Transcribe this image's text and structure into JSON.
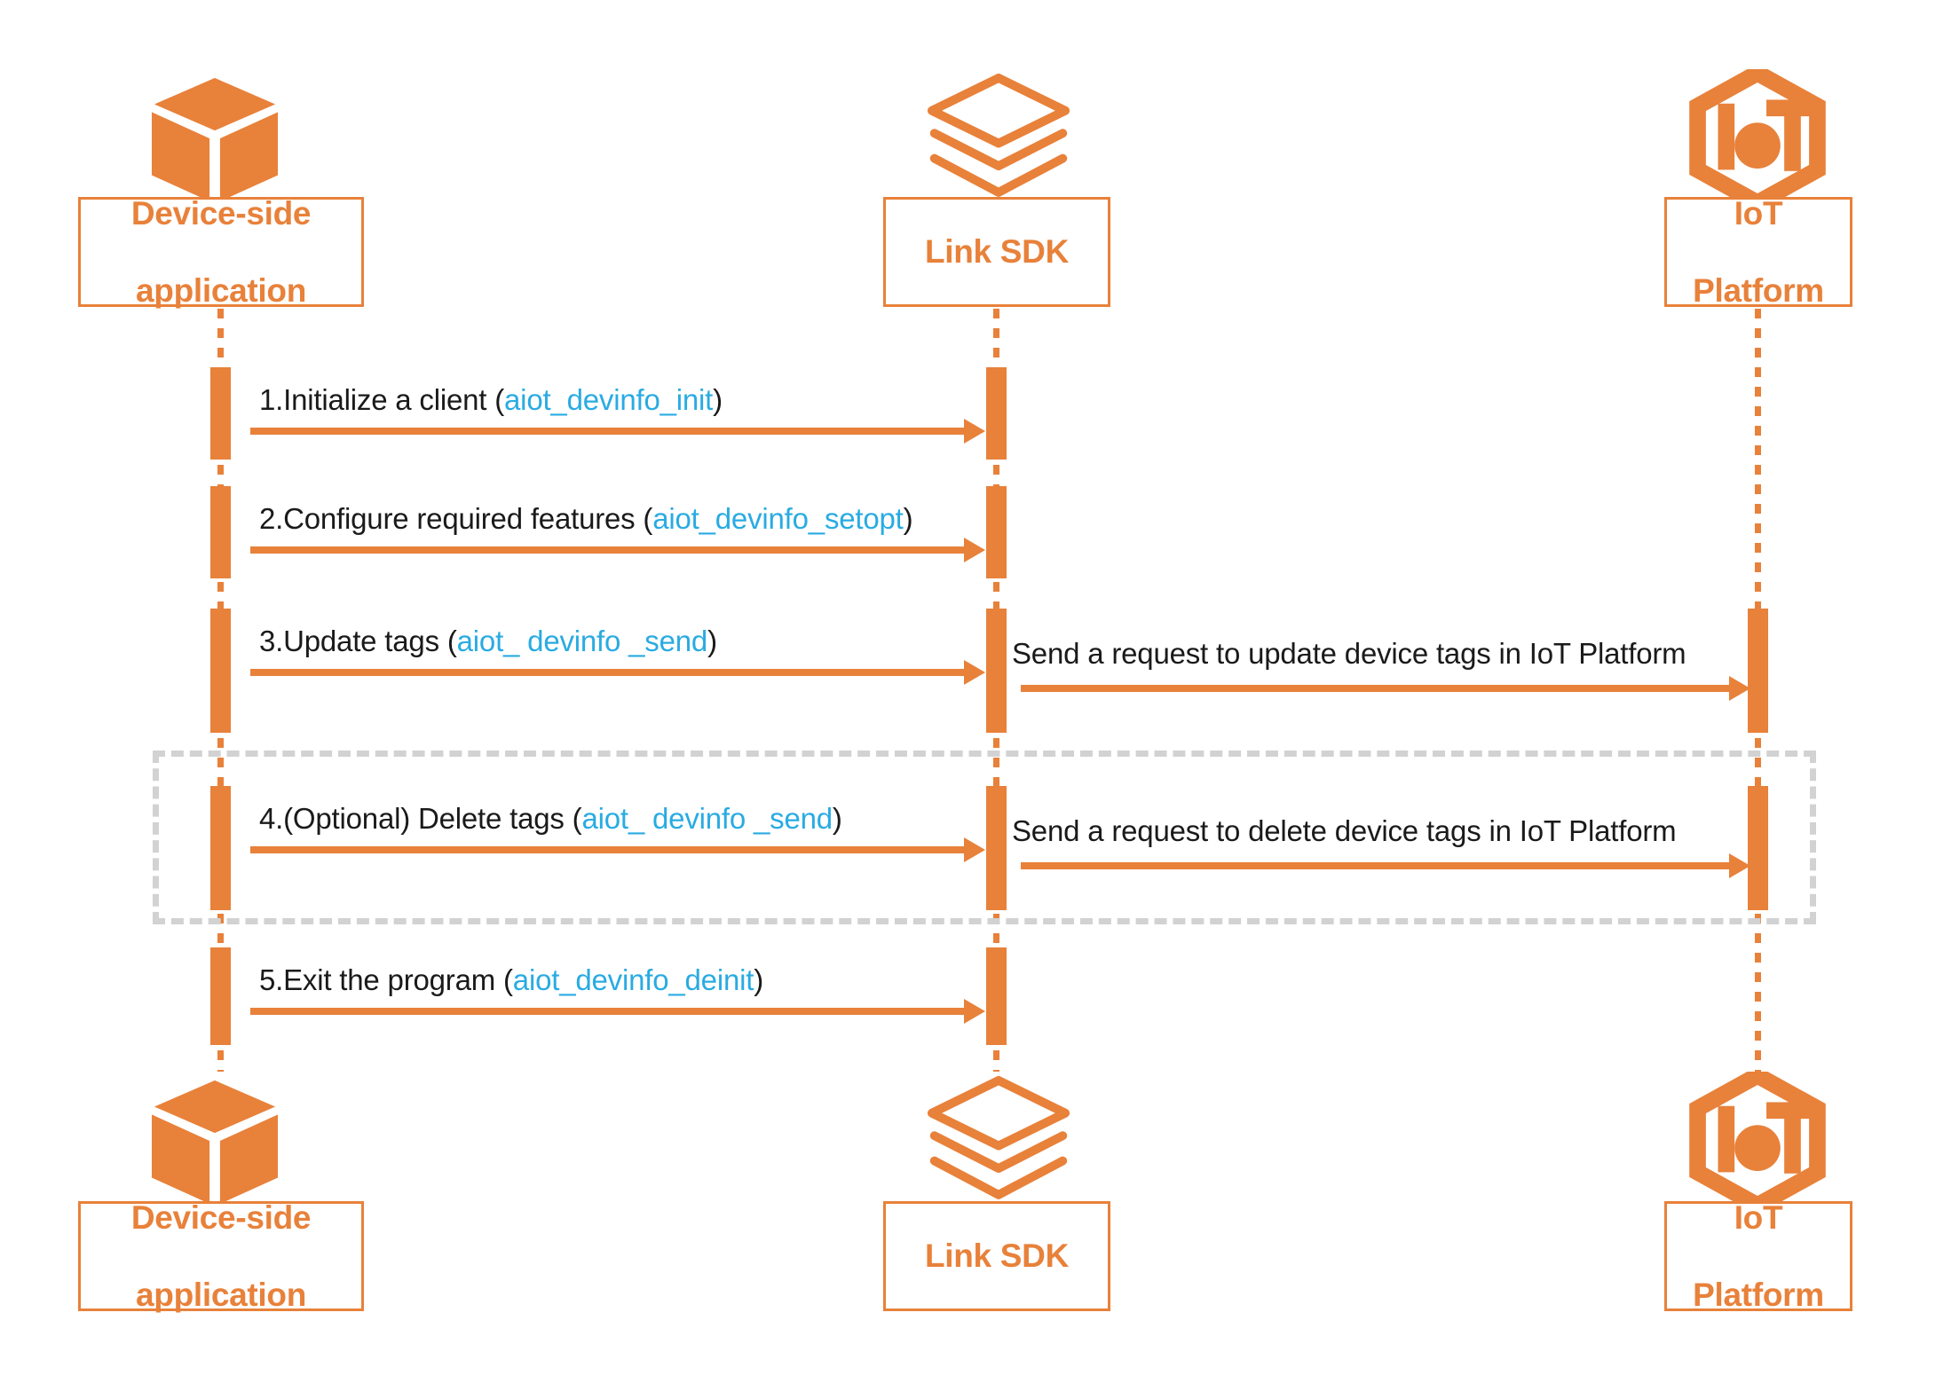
{
  "diagram": {
    "type": "sequence-diagram",
    "title": "Device tags update sequence",
    "colors": {
      "accent": "#E8813A",
      "function_name": "#29ABE2",
      "text": "#1a1a1a",
      "fragment_border": "#d2d2d2",
      "background": "#ffffff"
    }
  },
  "participants": [
    {
      "id": "device",
      "label_line1": "Device-side",
      "label_line2": "application",
      "icon": "cube-icon"
    },
    {
      "id": "sdk",
      "label_line1": "Link SDK",
      "label_line2": "",
      "icon": "layers-icon"
    },
    {
      "id": "platform",
      "label_line1": "IoT",
      "label_line2": "Platform",
      "icon": "iot-hexagon-icon"
    }
  ],
  "messages": [
    {
      "index": 1,
      "from": "device",
      "to": "sdk",
      "text_prefix": "1.Initialize a client (",
      "function": "aiot_devinfo_init",
      "text_suffix": ")"
    },
    {
      "index": 2,
      "from": "device",
      "to": "sdk",
      "text_prefix": "2.Configure required features (",
      "function": "aiot_devinfo_setopt",
      "text_suffix": ")"
    },
    {
      "index": 3,
      "from": "device",
      "to": "sdk",
      "text_prefix": "3.Update tags (",
      "function": "aiot_ devinfo _send",
      "text_suffix": ")"
    },
    {
      "index": 4,
      "from": "sdk",
      "to": "platform",
      "text_prefix": "Send a request to update device tags in IoT Platform",
      "function": "",
      "text_suffix": ""
    },
    {
      "index": 5,
      "from": "device",
      "to": "sdk",
      "text_prefix": "4.(Optional) Delete tags (",
      "function": "aiot_ devinfo _send",
      "text_suffix": ")"
    },
    {
      "index": 6,
      "from": "sdk",
      "to": "platform",
      "text_prefix": "Send a request to delete device tags in IoT Platform",
      "function": "",
      "text_suffix": ""
    },
    {
      "index": 7,
      "from": "device",
      "to": "sdk",
      "text_prefix": " 5.Exit the program (",
      "function": "aiot_devinfo_deinit",
      "text_suffix": ")"
    }
  ],
  "fragment": {
    "label": "",
    "style": "dashed-optional"
  }
}
